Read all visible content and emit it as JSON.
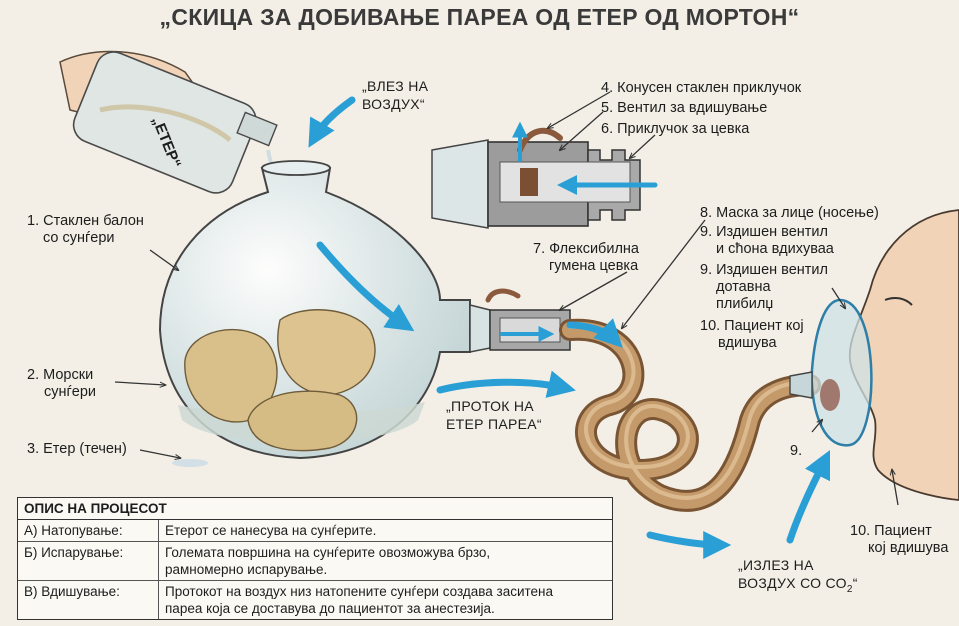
{
  "title": "„СКИЦА ЗА ДОБИВАЊЕ ПАРЕА ОД ЕТЕР ОД МОРТОН“",
  "bottle_label": "„ЕТЕР“",
  "flow_labels": {
    "air_in_line1": "„ВЛЕЗ НА",
    "air_in_line2": "ВОЗДУХ“",
    "vapor_line1": "„ПРОТОК НА",
    "vapor_line2": "ЕТЕР ПАРЕА“",
    "air_out_line1": "„ИЗЛЕЗ НА",
    "air_out_line2": "ВОЗДУХ СО СО",
    "air_out_sub": "2",
    "air_out_end": "“"
  },
  "labels": {
    "l1_line1": "1. Стаклен балон",
    "l1_line2": "со сунѓери",
    "l2_line1": "2. Морски",
    "l2_line2": "сунѓери",
    "l3": "3. Етер (течен)",
    "l4": "4. Конусен стаклен приклучок",
    "l5": "5. Вентил за вдишување",
    "l6": "6. Приклучок за цевка",
    "l7_line1": "7. Флексибилна",
    "l7_line2": "гумена цевка",
    "l8": "8. Маска за лице (носење)",
    "l9a_line1": "9. Издишен вентил",
    "l9a_line2": "и сћона вдихуваа",
    "l9b_line1": "9. Издишен вентил",
    "l9b_line2": "дотавна",
    "l9b_line3": "плибилџ",
    "l10_line1": "10. Пациент кој",
    "l10_line2": "вдишува",
    "l9_short": "9.",
    "l10b_line1": "10. Пациент",
    "l10b_line2": "кој вдишува"
  },
  "legend": {
    "header": "ОПИС НА ПРОЦЕСОТ",
    "rows": [
      {
        "key": "А) Натопување:",
        "text": [
          "Етерот се нанесува на сунѓерите."
        ]
      },
      {
        "key": "Б) Испарување:",
        "text": [
          "Големата површина на сунѓерите овозможува брзо,",
          "рамномерно испарување."
        ]
      },
      {
        "key": "В) Вдишување:",
        "text": [
          "Протокот на воздух низ натопените сунѓери создава заситена",
          "пареа која се доставува до пациентот за анестезија."
        ]
      }
    ]
  },
  "colors": {
    "background": "#f3efe6",
    "arrow_blue": "#2a9fd6",
    "glass": "#cfdde0",
    "tube": "#b98c5c",
    "sponge": "#d9c08a",
    "metal": "#8e8e8e"
  }
}
